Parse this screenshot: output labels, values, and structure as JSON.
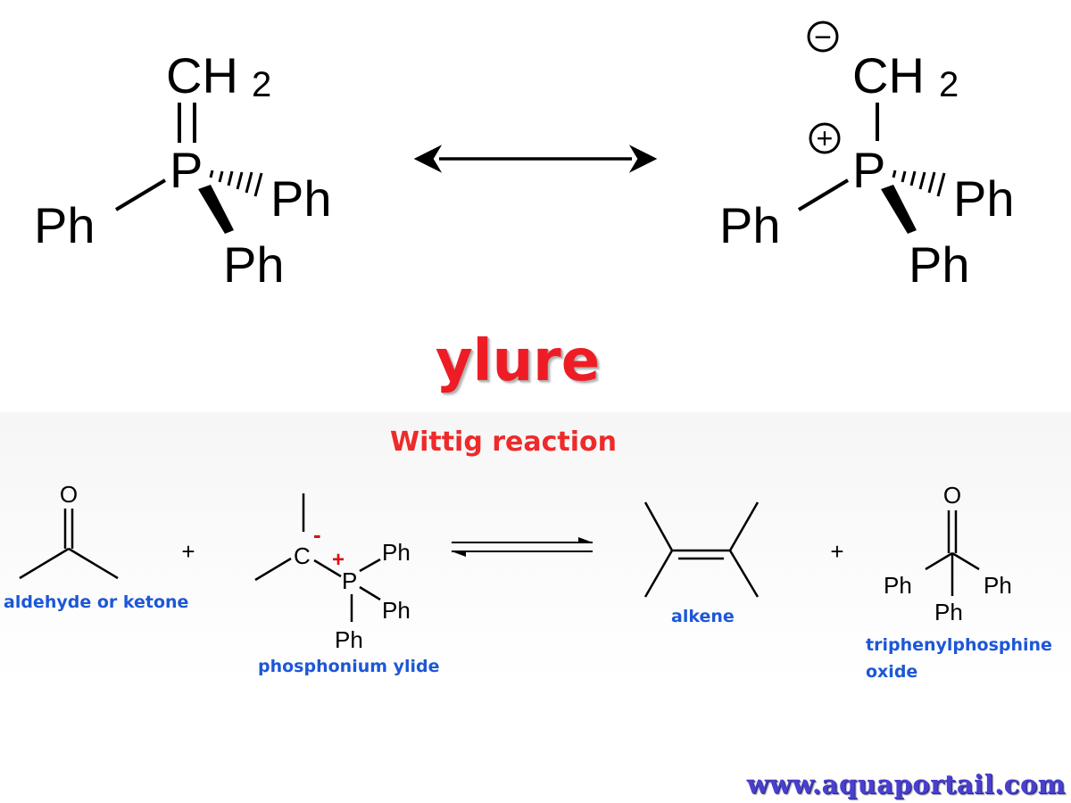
{
  "top": {
    "left_structure": {
      "ch2": "CH",
      "sub2": "2",
      "p": "P",
      "ph_left": "Ph",
      "ph_right": "Ph",
      "ph_bottom": "Ph"
    },
    "right_structure": {
      "minus": "−",
      "plus": "+",
      "ch2": "CH",
      "sub2": "2",
      "p": "P",
      "ph_left": "Ph",
      "ph_right": "Ph",
      "ph_bottom": "Ph"
    }
  },
  "title": "ylure",
  "subtitle": "Wittig reaction",
  "reaction": {
    "ketone_o": "O",
    "plus_1": "+",
    "ylide": {
      "c": "C",
      "minus": "-",
      "plus": "+",
      "p": "P",
      "ph1": "Ph",
      "ph2": "Ph",
      "ph3": "Ph"
    },
    "plus_2": "+",
    "oxide": {
      "o": "O",
      "ph_left": "Ph",
      "ph_right": "Ph",
      "ph_bottom": "Ph"
    }
  },
  "labels": {
    "ketone": "aldehyde or ketone",
    "ylide": "phosphonium ylide",
    "alkene": "alkene",
    "oxide_line1": "triphenylphosphine",
    "oxide_line2": "oxide"
  },
  "website": "www.aquaportail.com",
  "colors": {
    "title": "#ee1c25",
    "label_blue": "#1d57d6",
    "website": "#4a3fd0"
  }
}
